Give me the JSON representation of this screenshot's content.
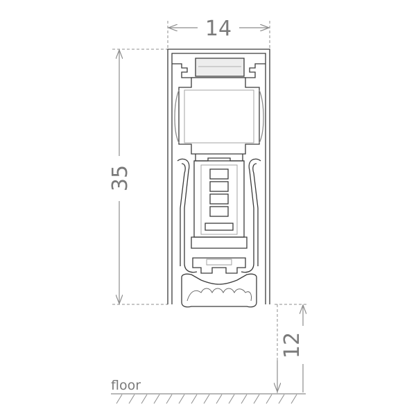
{
  "dimensions": {
    "width_label": "14",
    "height_label": "35",
    "drop_label": "12"
  },
  "floor": {
    "label": "floor"
  },
  "colors": {
    "outline": "#3a3a3a",
    "dimension": "#8c8c8c",
    "shading": "#d9d9d9"
  }
}
